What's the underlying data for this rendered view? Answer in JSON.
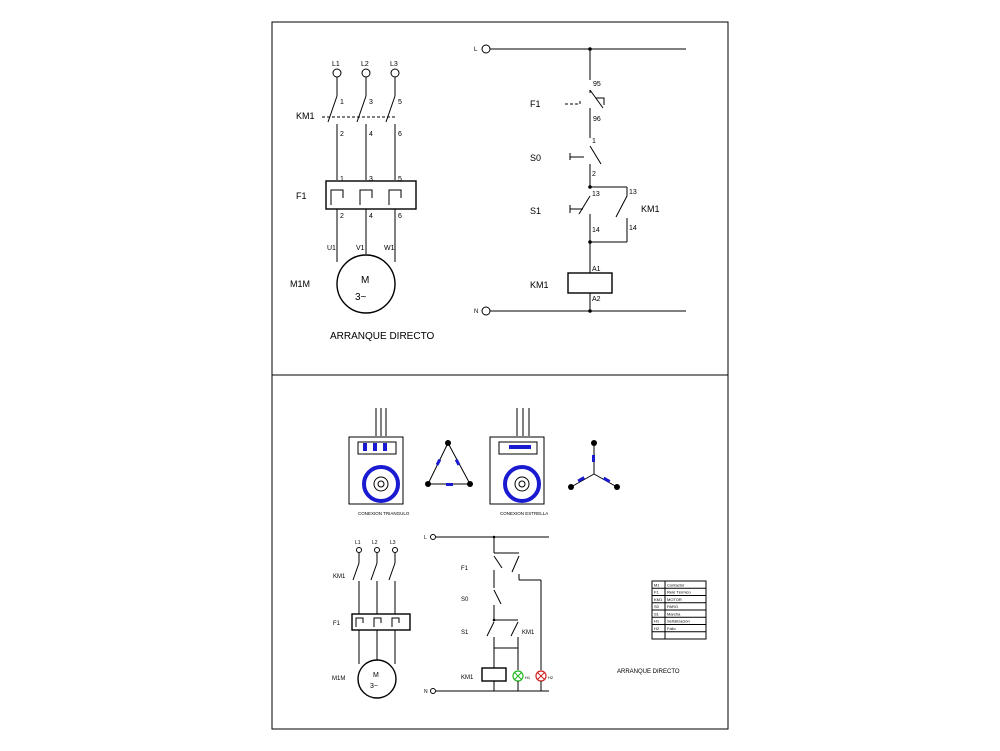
{
  "sheet": {
    "top_circuit": {
      "phases": [
        "L1",
        "L2",
        "L3"
      ],
      "top_terminals": [
        "1",
        "3",
        "5"
      ],
      "contactor_out": [
        "2",
        "4",
        "6"
      ],
      "relay_in": [
        "1",
        "3",
        "5"
      ],
      "relay_out": [
        "2",
        "4",
        "6"
      ],
      "motor_terminals": [
        "U1",
        "V1",
        "W1"
      ],
      "contactor_label": "KM1",
      "relay_label": "F1",
      "motor_label": "M1M",
      "motor_symbol": "M",
      "motor_subscript": "3~",
      "caption": "ARRANQUE  DIRECTO"
    },
    "top_control": {
      "line_label": "L",
      "neutral_label": "N",
      "f1_label": "F1",
      "s0_label": "S0",
      "s1_label": "S1",
      "km1_label": "KM1",
      "km1_coil_label": "KM1",
      "t95": "95",
      "t96": "96",
      "t1": "1",
      "t2": "2",
      "t13a": "13",
      "t14a": "14",
      "t13b": "13",
      "t14b": "14",
      "a1": "A1",
      "a2": "A2"
    },
    "bottom": {
      "star_caption": "CONEXION TRIANGULO",
      "delta_caption": "CONEXION ESTRELLA",
      "caption": "ARRANQUE  DIRECTO",
      "small_power": {
        "phases": [
          "L1",
          "L2",
          "L3"
        ],
        "contactor_label": "KM1",
        "relay_label": "F1",
        "motor_label": "M1M",
        "motor_symbol": "M",
        "motor_subscript": "3~"
      },
      "small_control": {
        "line_label": "L",
        "neutral_label": "N",
        "f1_label": "F1",
        "s0_label": "S0",
        "s1_label": "S1",
        "km1_label": "KM1",
        "coil_label": "KM1",
        "h1_label": "H1",
        "h2_label": "H2"
      },
      "legend": [
        {
          "code": "M1",
          "desc": "Contactor"
        },
        {
          "code": "F1",
          "desc": "Relé Térmico"
        },
        {
          "code": "KM1",
          "desc": "MOTOR"
        },
        {
          "code": "S0",
          "desc": "PARO"
        },
        {
          "code": "S1",
          "desc": "Marcha"
        },
        {
          "code": "H1",
          "desc": "Señalización"
        },
        {
          "code": "H2",
          "desc": "Fallo"
        },
        {
          "code": "",
          "desc": ""
        }
      ]
    }
  }
}
